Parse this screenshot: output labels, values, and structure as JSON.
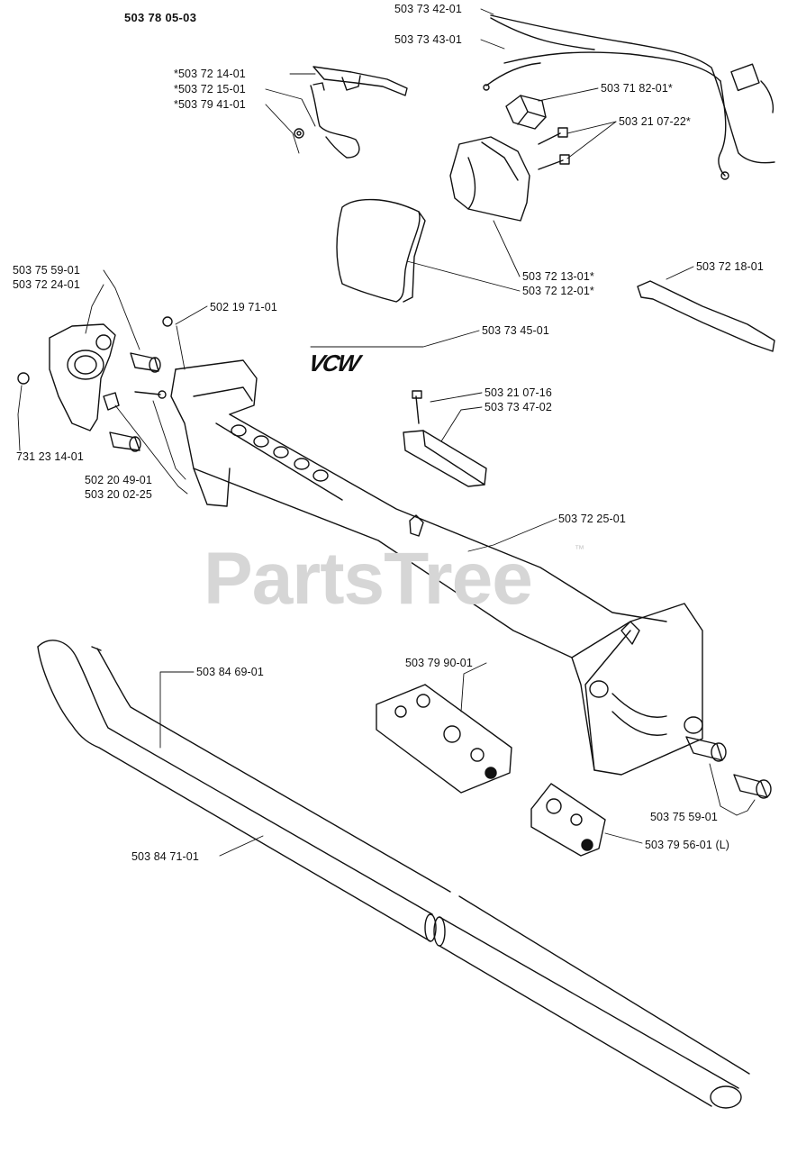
{
  "diagram": {
    "title": "503 78 05-03",
    "watermark": "PartsTree",
    "watermark_tm": "™",
    "logo_text": "VCW",
    "part_labels": [
      "503 73 42-01",
      "503 73 43-01",
      "*503 72 14-01",
      "*503 72 15-01",
      "*503 79 41-01",
      "503 71 82-01*",
      "503 21 07-22*",
      "503 75 59-01",
      "503 72 24-01",
      "503 72 13-01*",
      "503 72 12-01*",
      "503 72 18-01",
      "502 19 71-01",
      "503 73 45-01",
      "503 21 07-16",
      "503 73 47-02",
      "731 23 14-01",
      "502 20 49-01",
      "503 20 02-25",
      "503 72 25-01",
      "503 84 69-01",
      "503 79 90-01",
      "503 75 59-01",
      "503 79 56-01 (L)",
      "503 84 71-01"
    ]
  }
}
